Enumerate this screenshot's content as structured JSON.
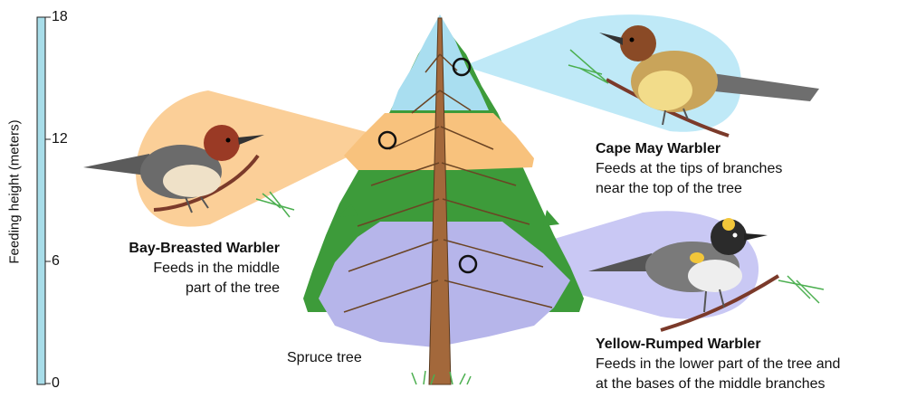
{
  "axis": {
    "title": "Feeding height (meters)",
    "ticks": [
      "18",
      "12",
      "6",
      "0"
    ],
    "bar_color": "#a8dde9"
  },
  "tree": {
    "label": "Spruce tree",
    "zone_colors": {
      "top": "#a9def0",
      "middle": "#f8c27d",
      "lower": "#b6b5ea",
      "green": "#3d9b3a",
      "trunk": "#a3683b"
    }
  },
  "birds": [
    {
      "name": "Bay-Breasted Warbler",
      "desc_line1": "Feeds in the middle",
      "desc_line2": "part of the tree",
      "zone_color": "#fbcf98"
    },
    {
      "name": "Cape May Warbler",
      "desc_line1": "Feeds at the tips of branches",
      "desc_line2": "near the top of the tree",
      "zone_color": "#bfe9f7"
    },
    {
      "name": "Yellow-Rumped Warbler",
      "desc_line1": "Feeds in the lower part of the tree and",
      "desc_line2": "at the bases of the middle branches",
      "zone_color": "#c9c8f4"
    }
  ]
}
